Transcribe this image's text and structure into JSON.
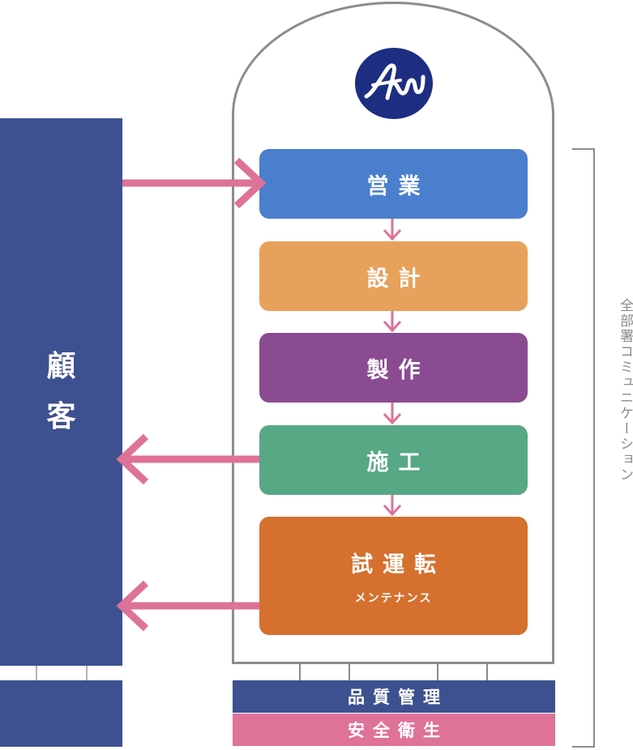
{
  "customer": {
    "label_1": "顧",
    "label_2": "客"
  },
  "steps": {
    "sales": "営業",
    "design": "設計",
    "manufacturing": "製作",
    "construction": "施工",
    "trial_run": "試運転",
    "maintenance": "メンテナンス"
  },
  "bars": {
    "quality": "品質管理",
    "safety": "安全衛生"
  },
  "side_label": "全部署コミュニケーション",
  "colors": {
    "navy": "#3d5190",
    "sales": "#4a7fce",
    "design": "#e7a15b",
    "manufacturing": "#8b4b92",
    "construction": "#57a884",
    "trial_run": "#d5702e",
    "arrow_pink": "#de7298",
    "outline_gray": "#8c8c8c"
  }
}
